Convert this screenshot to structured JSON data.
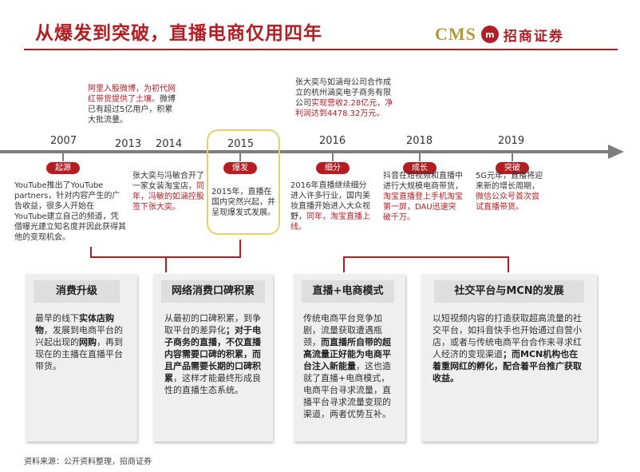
{
  "title": "从爆发到突破，直播电商仅用四年",
  "logo": {
    "brand": "CMS",
    "mark": "m",
    "name": "招商证券"
  },
  "timeline": {
    "years": [
      "2007",
      "2013",
      "2014",
      "2015",
      "2016",
      "2018",
      "2019"
    ],
    "stages": [
      "起源",
      "爆发",
      "细分",
      "成长",
      "突破"
    ]
  },
  "notes": {
    "y2013_black": "微博已有超过5亿用户，积累大批流量。",
    "y2013_red": "阿里入股微博，为初代网红带货提供了土壤。",
    "y2014_text": "张大奕与冯敏合开了一家女装淘宝店，",
    "y2014_red": "同年，冯敏的如涵控股签下张大奕。",
    "y2016_top": "张大奕与如涵母公司合作成立的杭州涵奕电子商务有限公司",
    "y2016_top_red": "实现营收2.28亿元，净利润达到4478.32万元。",
    "y2007_text": "YouTube推出了YouTube partners，针对内容产生的广告收益，很多人开始在YouTube建立自己的频道，凭借曝光建立知名度并因此获得其他的变现机会。",
    "y2015_text": "2015年，直播在国内突然兴起，并呈现爆发式发展。",
    "y2016_text": "2016年直播继续细分进入许多行业，国内美妆直播开始进入大众视野，",
    "y2016_red": "同年，淘宝直播上线。",
    "y2018_text": "抖音在短视频和直播中进行大规模电商带货，",
    "y2018_red": "淘宝直播登上手机淘宝第一屏，DAU迅速突破千万。",
    "y2019_text": "5G元年，直播将迎来新的增长周期，",
    "y2019_red": "微信公众号首次尝试直播带货。"
  },
  "cards": [
    {
      "title": "消费升级",
      "body_1": "最早的线下",
      "body_b1": "实体店购物",
      "body_2": "，发展到电商平台的兴起出现的",
      "body_b2": "网购",
      "body_3": "，再到现在的主播在直播平台带货。"
    },
    {
      "title": "网络消费口碑积累",
      "body_1": "从最初的口碑积累，到争取平台的差异化",
      "body_b1": "；对于电子商务的直播，不仅直播内容需要口碑的积累，而且产品需要长期的口碑积累",
      "body_2": "，这样才能最终形成良性的直播生态系统。"
    },
    {
      "title": "直播+电商模式",
      "body_1": "传统电商平台竞争加剧，流量获取遭遇瓶颈，",
      "body_b1": "而直播所自带的超高流量正好能为电商平台注入新能量",
      "body_2": "，这也造就了直播+电商模式，电商平台寻求流量，直播平台寻求流量变现的渠道，两者优势互补。"
    },
    {
      "title": "社交平台与MCN的发展",
      "body_1": "以短视频内容的打造获取超高流量的社交平台，如抖音快手也开始通过自营小店，或者与传统电商平台合作来寻求红人经济的变现渠道",
      "body_b1": "；而MCN机构也在着重网红的孵化，配合着平台推广获取收益。"
    }
  ],
  "source": "资料来源：公开资料整理，招商证券",
  "colors": {
    "accent": "#b41e23",
    "gold": "#b8963c",
    "timeline": "#7d7d7d",
    "card_bg": "#efefef"
  }
}
